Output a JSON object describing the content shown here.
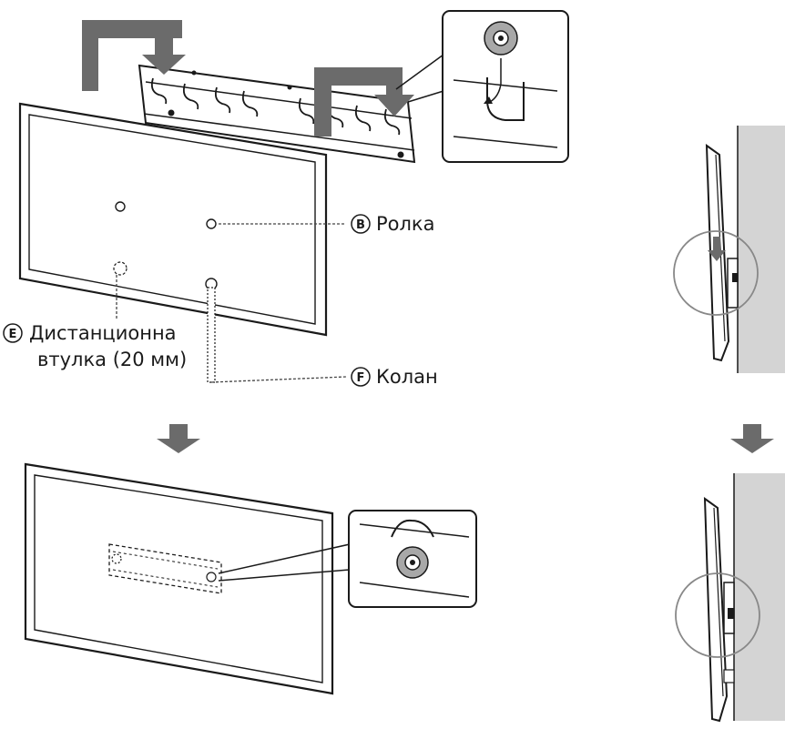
{
  "labels": {
    "b": {
      "letter": "B",
      "text": "Ролка"
    },
    "e": {
      "letter": "E",
      "line1": "Дистанционна",
      "line2": "втулка (20 мм)"
    },
    "f": {
      "letter": "F",
      "text": "Колан"
    }
  },
  "colors": {
    "arrow_gray": "#6b6b6b",
    "wall_gray": "#d4d4d4",
    "line": "#1a1a1a",
    "detail": "#444444"
  }
}
